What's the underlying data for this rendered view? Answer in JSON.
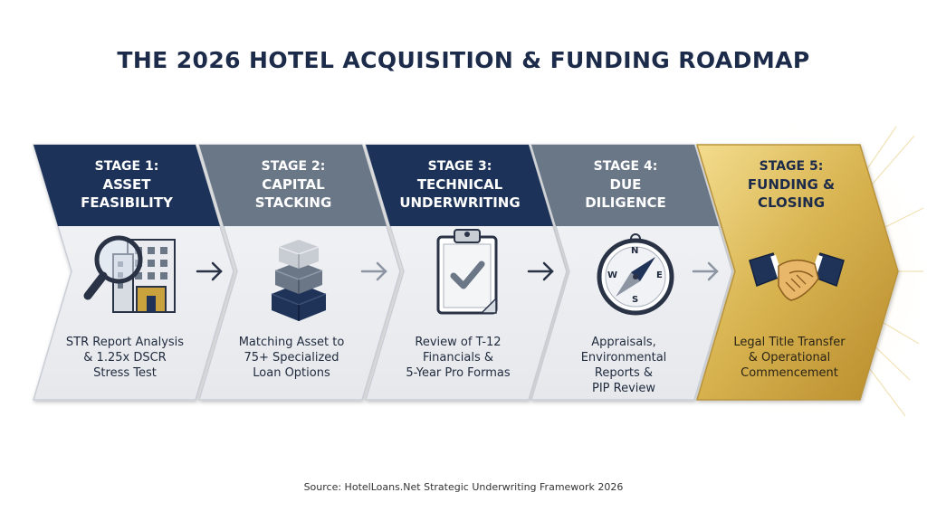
{
  "title": "THE 2026 HOTEL ACQUISITION & FUNDING ROADMAP",
  "stages": [
    {
      "number": "STAGE 1:",
      "title_lines": [
        "ASSET",
        "FEASIBILITY"
      ],
      "desc_lines": [
        "STR Report Analysis",
        "& 1.25x DSCR",
        "Stress Test"
      ],
      "icon": "magnifier-building-icon",
      "header_color": "#1f3358"
    },
    {
      "number": "STAGE 2:",
      "title_lines": [
        "CAPITAL",
        "STACKING"
      ],
      "desc_lines": [
        "Matching Asset to",
        "75+ Specialized",
        "Loan Options"
      ],
      "icon": "capital-stack-icon",
      "header_color": "#6b7787"
    },
    {
      "number": "STAGE 3:",
      "title_lines": [
        "TECHNICAL",
        "UNDERWRITING"
      ],
      "desc_lines": [
        "Review of T-12",
        "Financials &",
        "5-Year Pro Formas"
      ],
      "icon": "clipboard-check-icon",
      "header_color": "#1f3358"
    },
    {
      "number": "STAGE 4:",
      "title_lines": [
        "DUE",
        "DILIGENCE"
      ],
      "desc_lines": [
        "Appraisals,",
        "Environmental",
        "Reports &",
        "PIP Review"
      ],
      "icon": "compass-icon",
      "header_color": "#6b7787",
      "compass_letters": [
        "N",
        "E",
        "S",
        "W"
      ]
    },
    {
      "number": "STAGE 5:",
      "title_lines": [
        "FUNDING &",
        "CLOSING"
      ],
      "desc_lines": [
        "Legal Title Transfer",
        "& Operational",
        "Commencement"
      ],
      "icon": "handshake-icon",
      "header_color": "#c9a23e"
    }
  ],
  "source": "Source: HotelLoans.Net Strategic Underwriting Framework 2026"
}
